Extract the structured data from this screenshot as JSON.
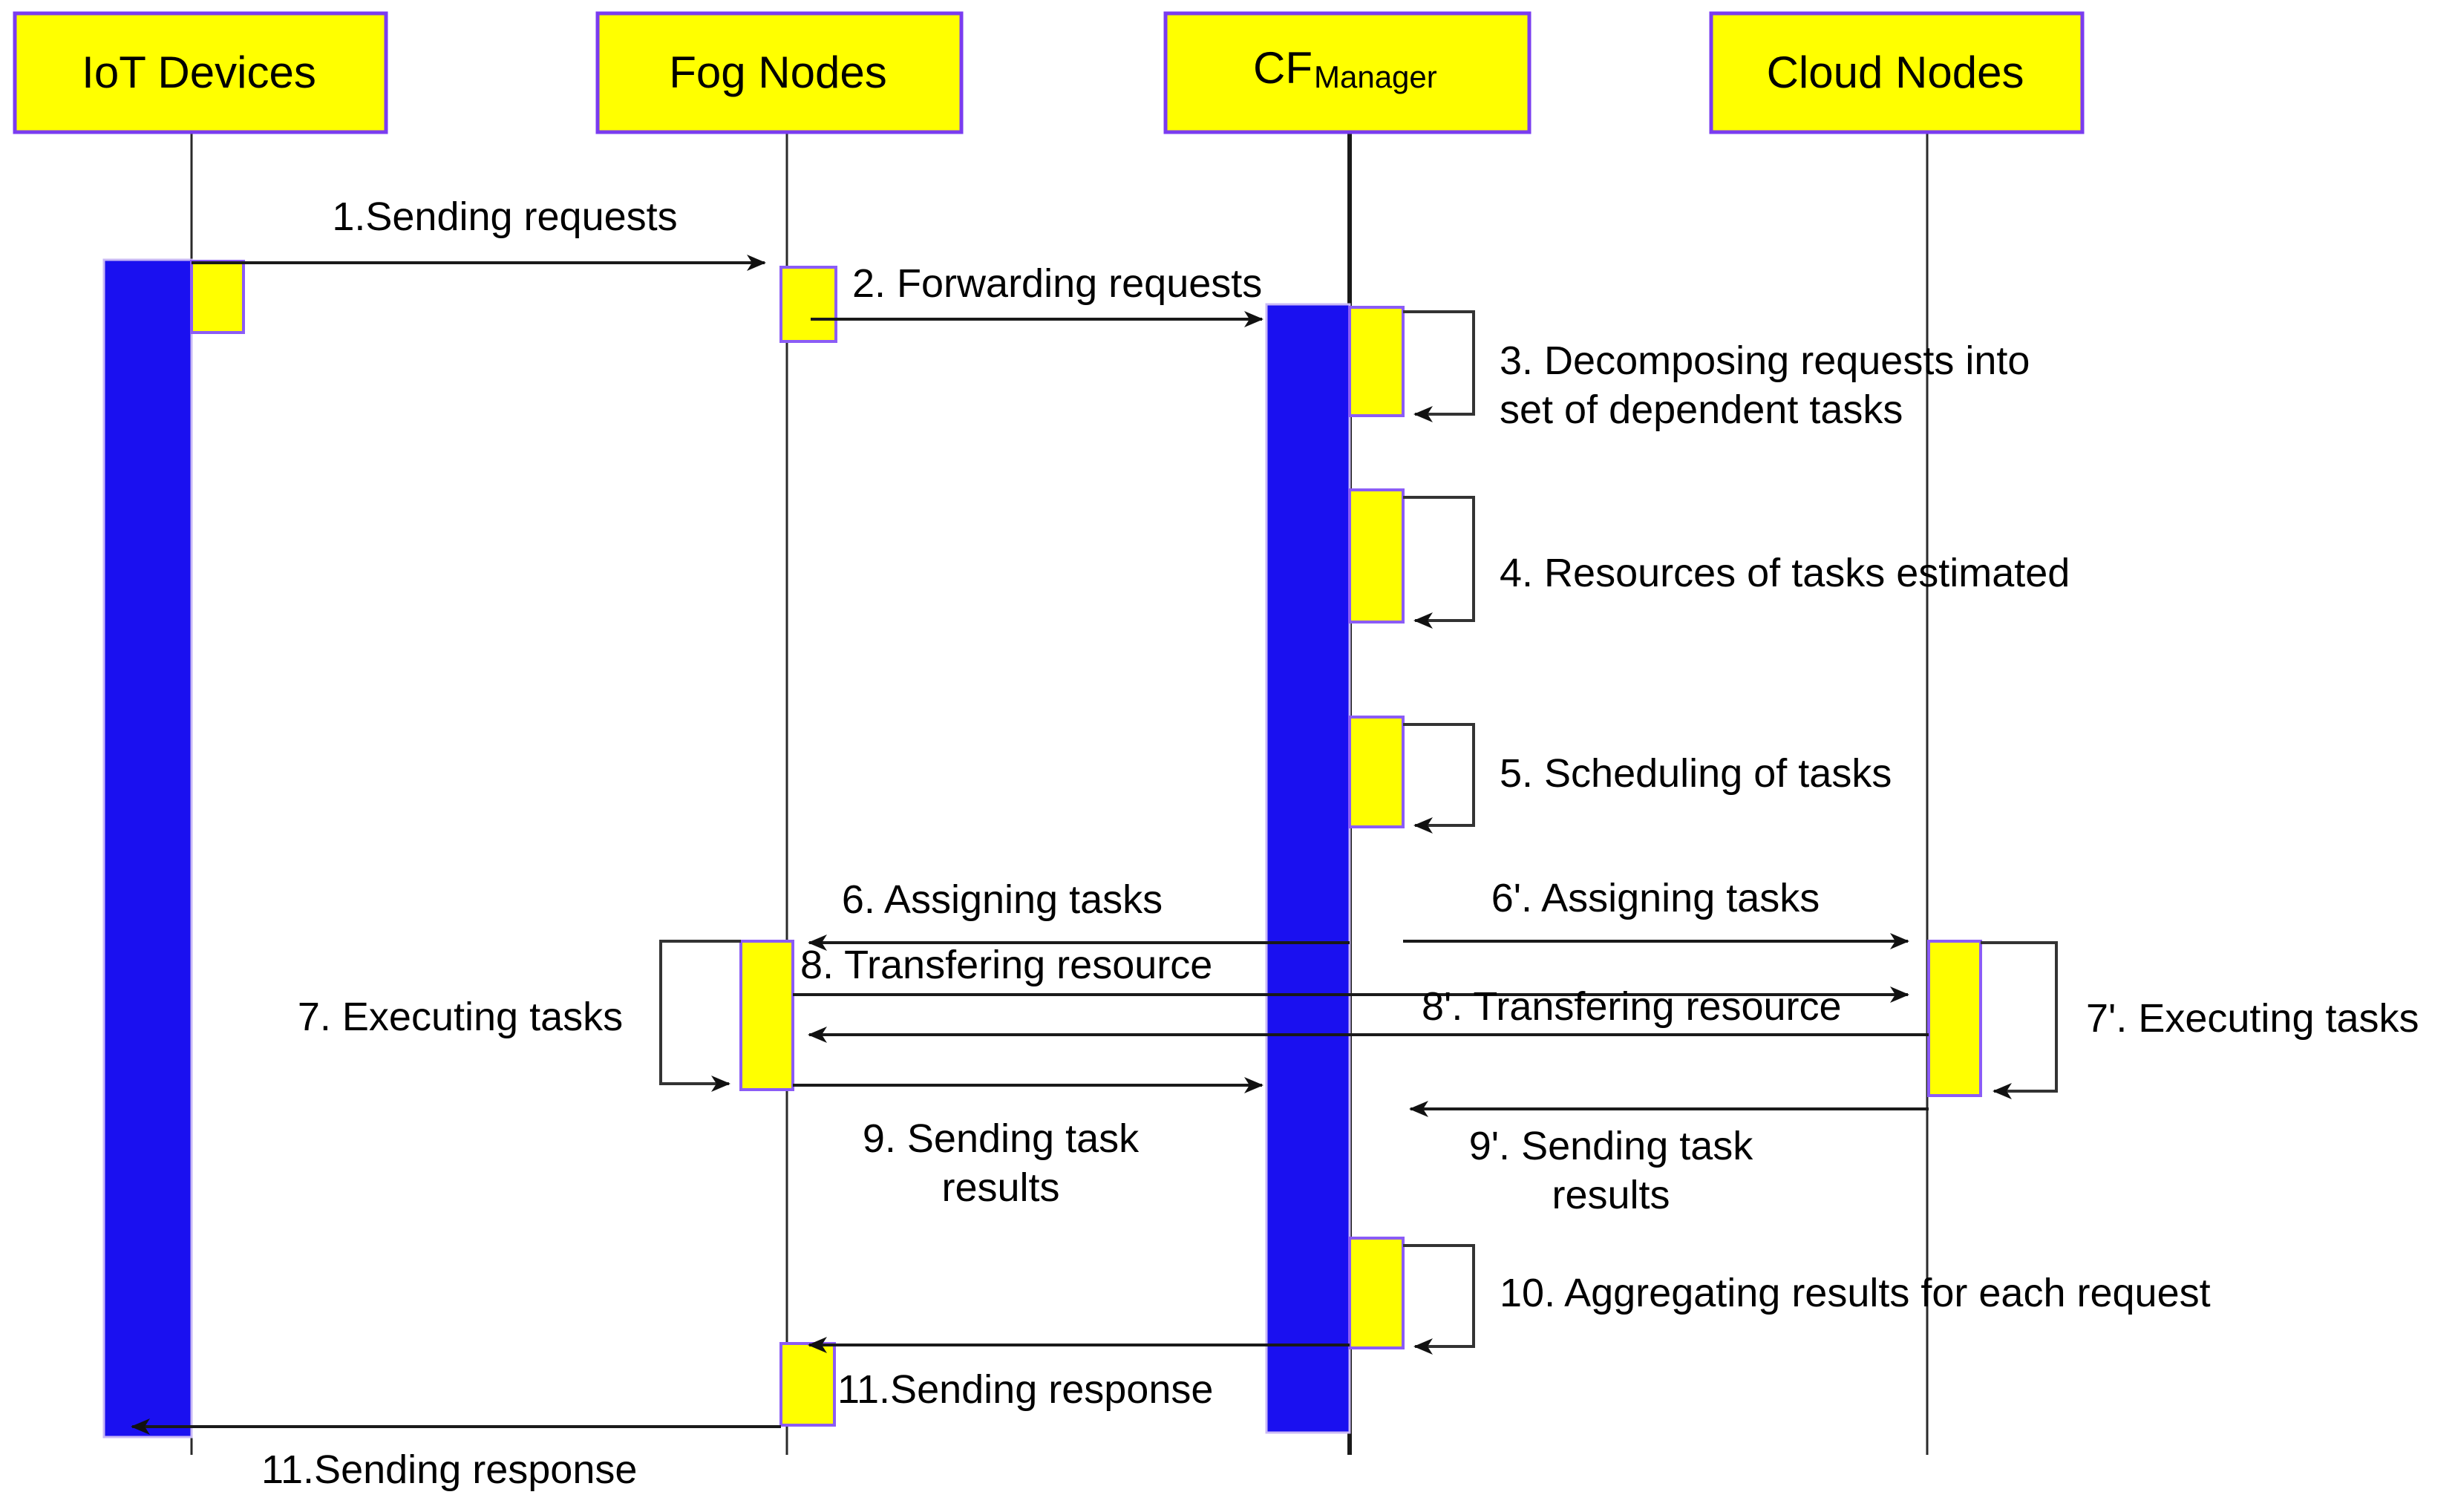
{
  "diagram": {
    "type": "uml-sequence-diagram",
    "title": "Fog-Cloud task offloading sequence",
    "colors": {
      "participant_fill": "#ffff00",
      "participant_border": "#7a3cf0",
      "activation_blue": "#1a10f0",
      "activation_yellow": "#ffff00",
      "activation_yellow_border": "#8b5cf6",
      "line": "#1a1a1a",
      "background": "#ffffff"
    },
    "participants": [
      {
        "id": "iot",
        "label": "IoT Devices",
        "sub": ""
      },
      {
        "id": "fog",
        "label": "Fog Nodes",
        "sub": ""
      },
      {
        "id": "cfm",
        "label": "CF",
        "sub": "Manager"
      },
      {
        "id": "cloud",
        "label": "Cloud Nodes",
        "sub": ""
      }
    ],
    "messages": [
      {
        "n": "1",
        "label": "1.Sending requests",
        "from": "iot",
        "to": "fog",
        "kind": "call"
      },
      {
        "n": "2",
        "label": "2. Forwarding requests",
        "from": "fog",
        "to": "cfm",
        "kind": "call"
      },
      {
        "n": "3",
        "label": "3. Decomposing requests into\nset of dependent tasks",
        "from": "cfm",
        "to": "cfm",
        "kind": "self"
      },
      {
        "n": "4",
        "label": "4. Resources of tasks estimated",
        "from": "cfm",
        "to": "cfm",
        "kind": "self"
      },
      {
        "n": "5",
        "label": "5. Scheduling of tasks",
        "from": "cfm",
        "to": "cfm",
        "kind": "self"
      },
      {
        "n": "6",
        "label": "6. Assigning tasks",
        "from": "cfm",
        "to": "fog",
        "kind": "return"
      },
      {
        "n": "6'",
        "label": "6'. Assigning tasks",
        "from": "cfm",
        "to": "cloud",
        "kind": "call"
      },
      {
        "n": "7",
        "label": "7. Executing tasks",
        "from": "fog",
        "to": "fog",
        "kind": "self"
      },
      {
        "n": "7'",
        "label": "7'. Executing tasks",
        "from": "cloud",
        "to": "cloud",
        "kind": "self"
      },
      {
        "n": "8",
        "label": "8. Transfering resource",
        "from": "fog",
        "to": "cloud",
        "kind": "call"
      },
      {
        "n": "8'",
        "label": "8'. Transfering resource",
        "from": "cloud",
        "to": "fog",
        "kind": "return"
      },
      {
        "n": "9",
        "label": "9. Sending task\nresults",
        "from": "fog",
        "to": "cfm",
        "kind": "call"
      },
      {
        "n": "9'",
        "label": "9'. Sending task\nresults",
        "from": "cloud",
        "to": "cfm",
        "kind": "return"
      },
      {
        "n": "10",
        "label": "10. Aggregating results for each request",
        "from": "cfm",
        "to": "cfm",
        "kind": "self"
      },
      {
        "n": "11",
        "label": "11.Sending response",
        "from": "cfm",
        "to": "fog",
        "kind": "return"
      },
      {
        "n": "11b",
        "label": "11.Sending response",
        "from": "fog",
        "to": "iot",
        "kind": "return"
      }
    ],
    "labels": {
      "head_iot": "IoT Devices",
      "head_fog": "Fog Nodes",
      "head_cfm_main": "CF",
      "head_cfm_sub": "Manager",
      "head_cloud": "Cloud Nodes",
      "m1": "1.Sending requests",
      "m2": "2. Forwarding requests",
      "m3_line1": "3. Decomposing requests into",
      "m3_line2": "set of dependent tasks",
      "m4": "4. Resources of tasks estimated",
      "m5": "5. Scheduling of tasks",
      "m6": "6. Assigning tasks",
      "m6p": "6'. Assigning tasks",
      "m7": "7. Executing tasks",
      "m7p": "7'. Executing tasks",
      "m8": "8. Transfering resource",
      "m8p": "8'. Transfering resource",
      "m9_line1": "9. Sending task",
      "m9_line2": "results",
      "m9p_line1": "9'. Sending task",
      "m9p_line2": "results",
      "m10": "10. Aggregating results for each request",
      "m11": "11.Sending response",
      "m11b": "11.Sending response"
    }
  }
}
